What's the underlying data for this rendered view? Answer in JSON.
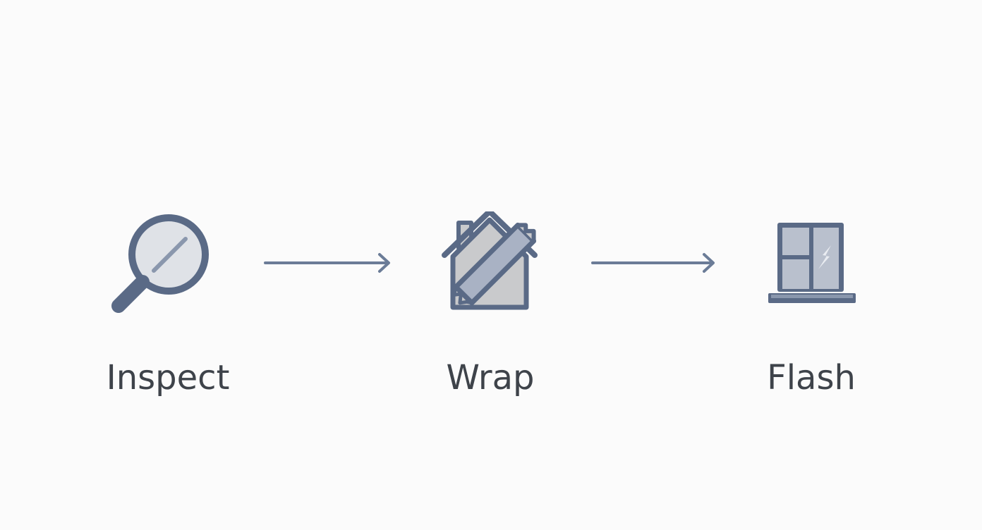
{
  "steps": [
    {
      "label": "Inspect",
      "icon": "magnifying-glass-icon"
    },
    {
      "label": "Wrap",
      "icon": "house-wrap-icon"
    },
    {
      "label": "Flash",
      "icon": "window-flashing-icon"
    }
  ],
  "connectors": [
    "arrow-right-icon",
    "arrow-right-icon"
  ],
  "colors": {
    "background": "#fbfbfb",
    "icon_stroke": "#5a6a86",
    "icon_fill_light": "#c9cacc",
    "glass_fill": "#dfe2e7",
    "pane_fill": "#b9c0cd",
    "arrow": "#6b7c97",
    "label_text": "#3e434a"
  }
}
